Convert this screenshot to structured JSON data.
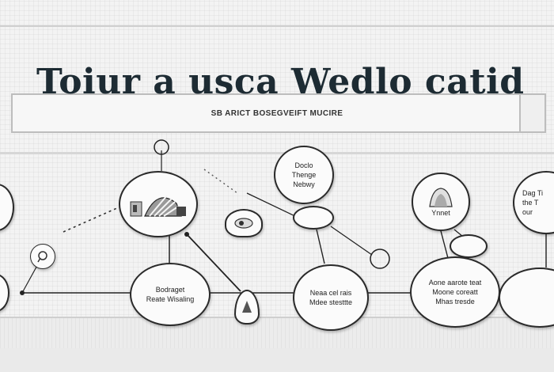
{
  "header": {
    "title": "Toiur a usca Wedlo catid",
    "subtitle": "SB ARICT BOSEGVEIFT MUCIRE"
  },
  "nodes": {
    "top_bubble": {
      "line1": "Doclo",
      "line2": "Thenge",
      "line3": "Nebwy"
    },
    "right_top_bubble": {
      "line1": "Ynnet"
    },
    "far_right_bubble": {
      "line1": "Dag Ti",
      "line2": "the T",
      "line3": "our"
    },
    "bottom_left_node": {
      "line1": "Bodraget",
      "line2": "Reate Wisaling"
    },
    "bottom_mid_node": {
      "line1": "Neaa cel rais",
      "line2": "Mdee stesttte"
    },
    "bottom_right_node": {
      "line1": "Aone aarote teat",
      "line2": "Moone coreatt",
      "line3": "Mhas tresde"
    }
  }
}
